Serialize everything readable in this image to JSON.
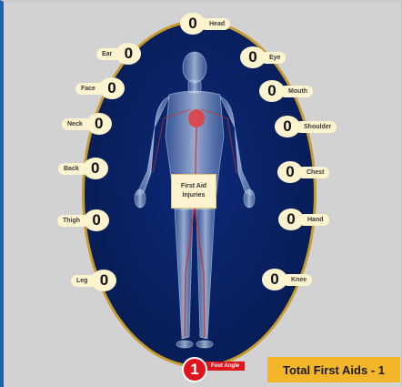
{
  "center_label": {
    "line1": "First Aid",
    "line2": "Injuries"
  },
  "injuries": {
    "head": {
      "label": "Head",
      "count": "0"
    },
    "ear": {
      "label": "Ear",
      "count": "0"
    },
    "eye": {
      "label": "Eye",
      "count": "0"
    },
    "face": {
      "label": "Face",
      "count": "0"
    },
    "mouth": {
      "label": "Mouth",
      "count": "0"
    },
    "neck": {
      "label": "Neck",
      "count": "0"
    },
    "shoulder": {
      "label": "Shoulder",
      "count": "0"
    },
    "back": {
      "label": "Back",
      "count": "0"
    },
    "chest": {
      "label": "Chest",
      "count": "0"
    },
    "thigh": {
      "label": "Thigh",
      "count": "0"
    },
    "hand": {
      "label": "Hand",
      "count": "0"
    },
    "leg": {
      "label": "Leg",
      "count": "0"
    },
    "knee": {
      "label": "Knee",
      "count": "0"
    },
    "foot_ankle": {
      "label": "Foot Angle",
      "count": "1"
    }
  },
  "total": {
    "label": "Total First Aids - 1"
  },
  "colors": {
    "background": "#d3d2d3",
    "oval": "#08205f",
    "oval_border": "#c79a2c",
    "bubble": "#fdf3cf",
    "highlight": "#e0141c",
    "total_bg": "#f3b52a"
  }
}
